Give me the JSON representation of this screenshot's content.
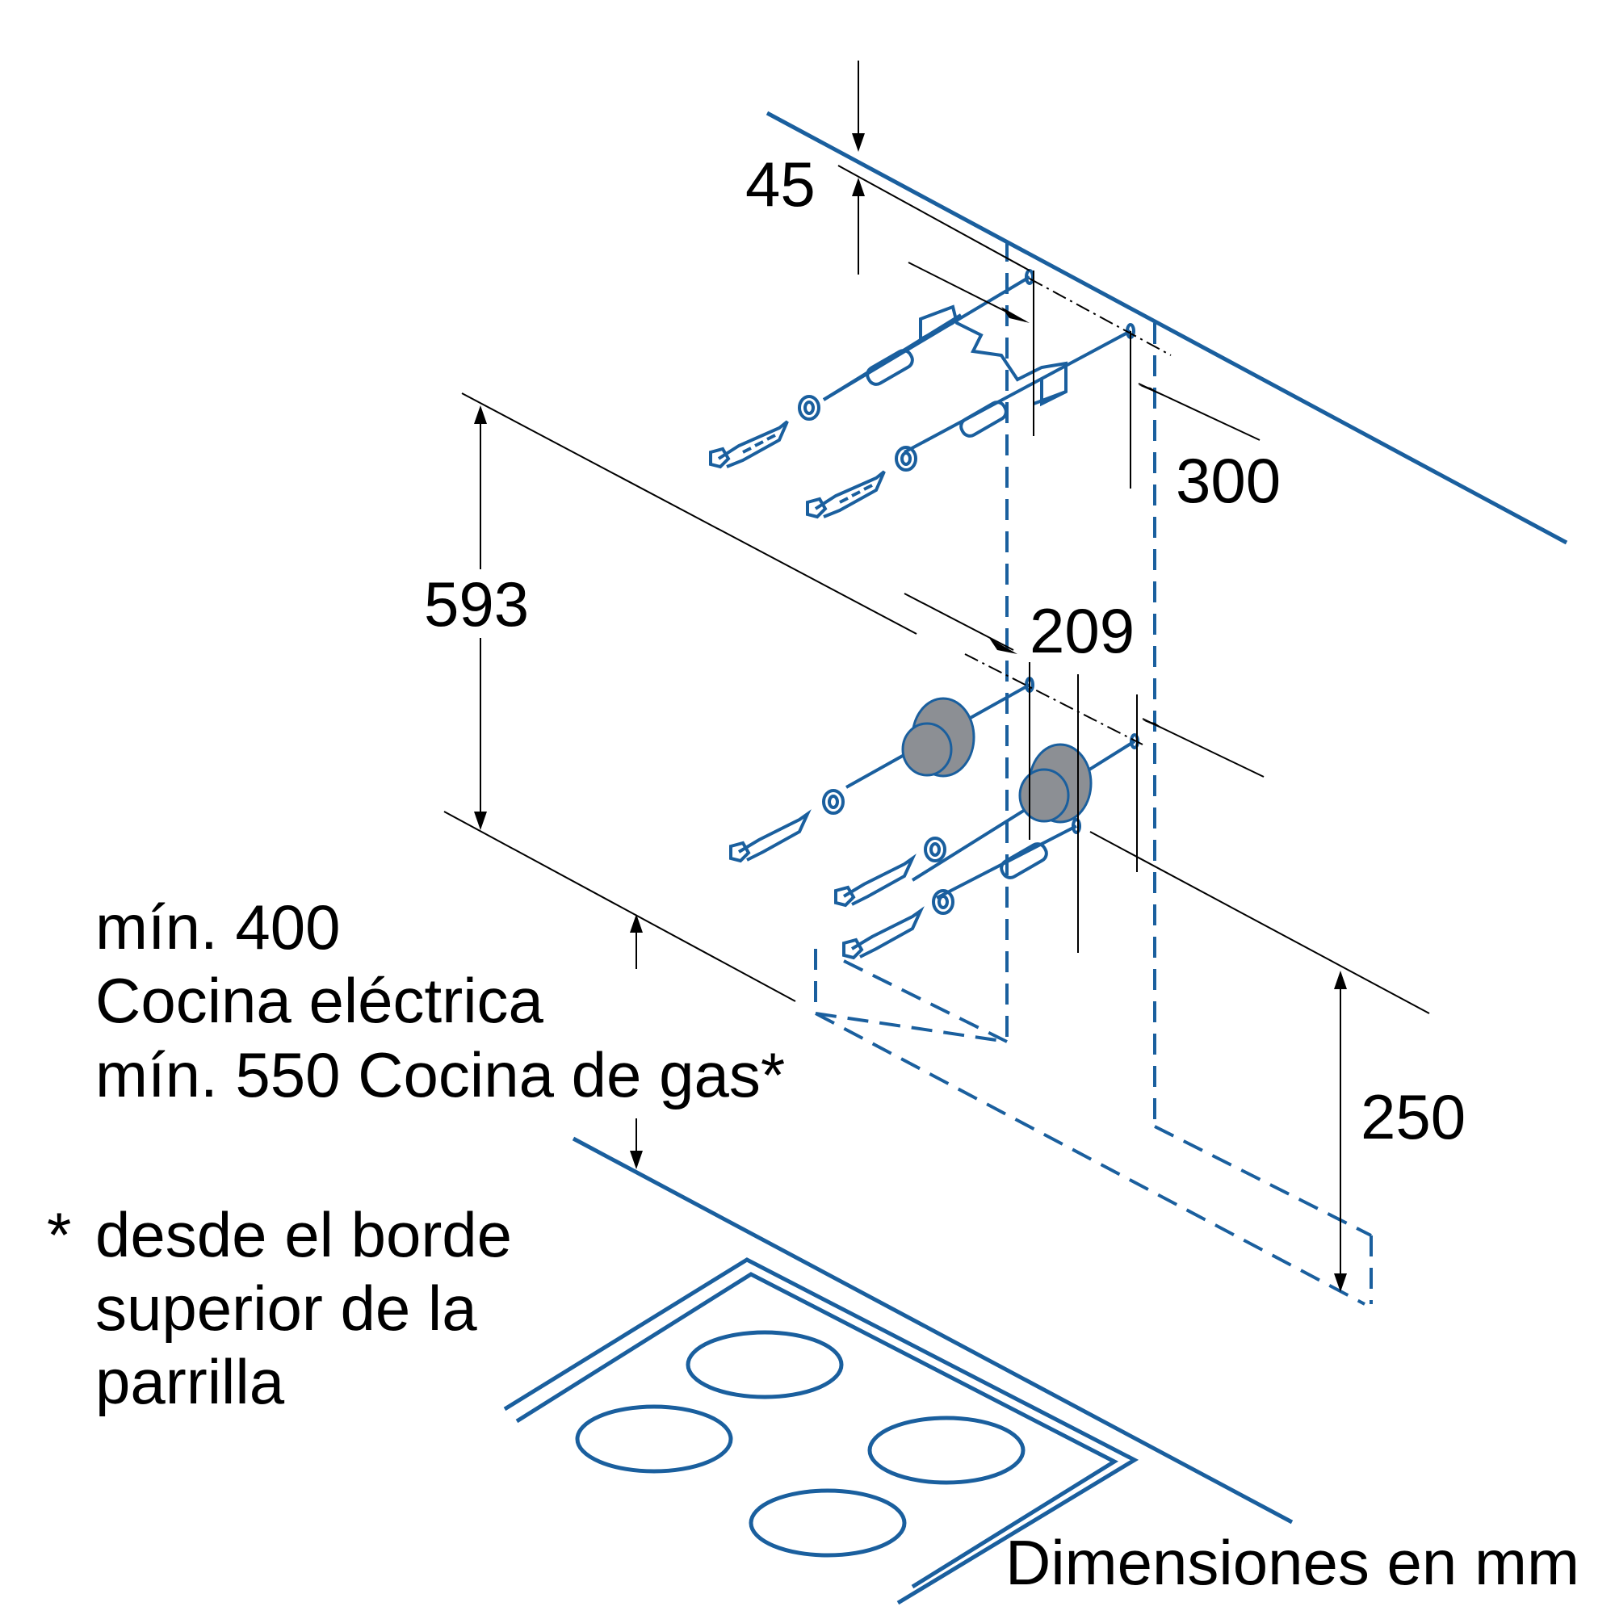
{
  "dimensions": {
    "d45": "45",
    "d300": "300",
    "d593": "593",
    "d209": "209",
    "d250": "250"
  },
  "notes": {
    "min_clearance_line1": "mín. 400",
    "min_clearance_line2": "Cocina eléctrica",
    "min_clearance_line3": "mín. 550 Cocina de gas*",
    "footnote_marker": "*",
    "footnote_line1": "desde el borde",
    "footnote_line2": "superior de la",
    "footnote_line3": "parrilla",
    "units": "Dimensiones en mm"
  },
  "colors": {
    "line_blue": "#1a5f9e",
    "dimension_black": "#000000",
    "part_grey": "#8c8f94"
  }
}
